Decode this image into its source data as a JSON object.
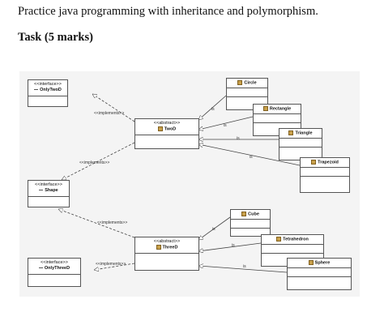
{
  "intro": "Practice java programming with inheritance and polymorphism.",
  "task_heading": "Task (5 marks)",
  "diagram": {
    "boxes": {
      "only_two_d": {
        "stereotype": "<<interface>>",
        "name": "OnlyTwoD"
      },
      "two_d": {
        "stereotype": "<<abstract>>",
        "name": "TwoD"
      },
      "circle": {
        "name": "Circle"
      },
      "rectangle": {
        "name": "Rectangle"
      },
      "triangle": {
        "name": "Triangle"
      },
      "trapezoid": {
        "name": "Trapezoid"
      },
      "shape": {
        "stereotype": "<<interface>>",
        "name": "Shape"
      },
      "cube": {
        "name": "Cube"
      },
      "three_d": {
        "stereotype": "<<abstract>>",
        "name": "ThreeD"
      },
      "tetrahedron": {
        "name": "Tetrahedron"
      },
      "sphere": {
        "name": "Sphere"
      },
      "only_three_d": {
        "stereotype": "<<interface>>",
        "name": "OnlyThreeD"
      }
    },
    "labels": {
      "implements_1": "<<implements>>",
      "implements_2": "<<implements>>",
      "implements_3": "<<implements>>",
      "implements_4": "<<implements>>",
      "is": "is"
    }
  }
}
